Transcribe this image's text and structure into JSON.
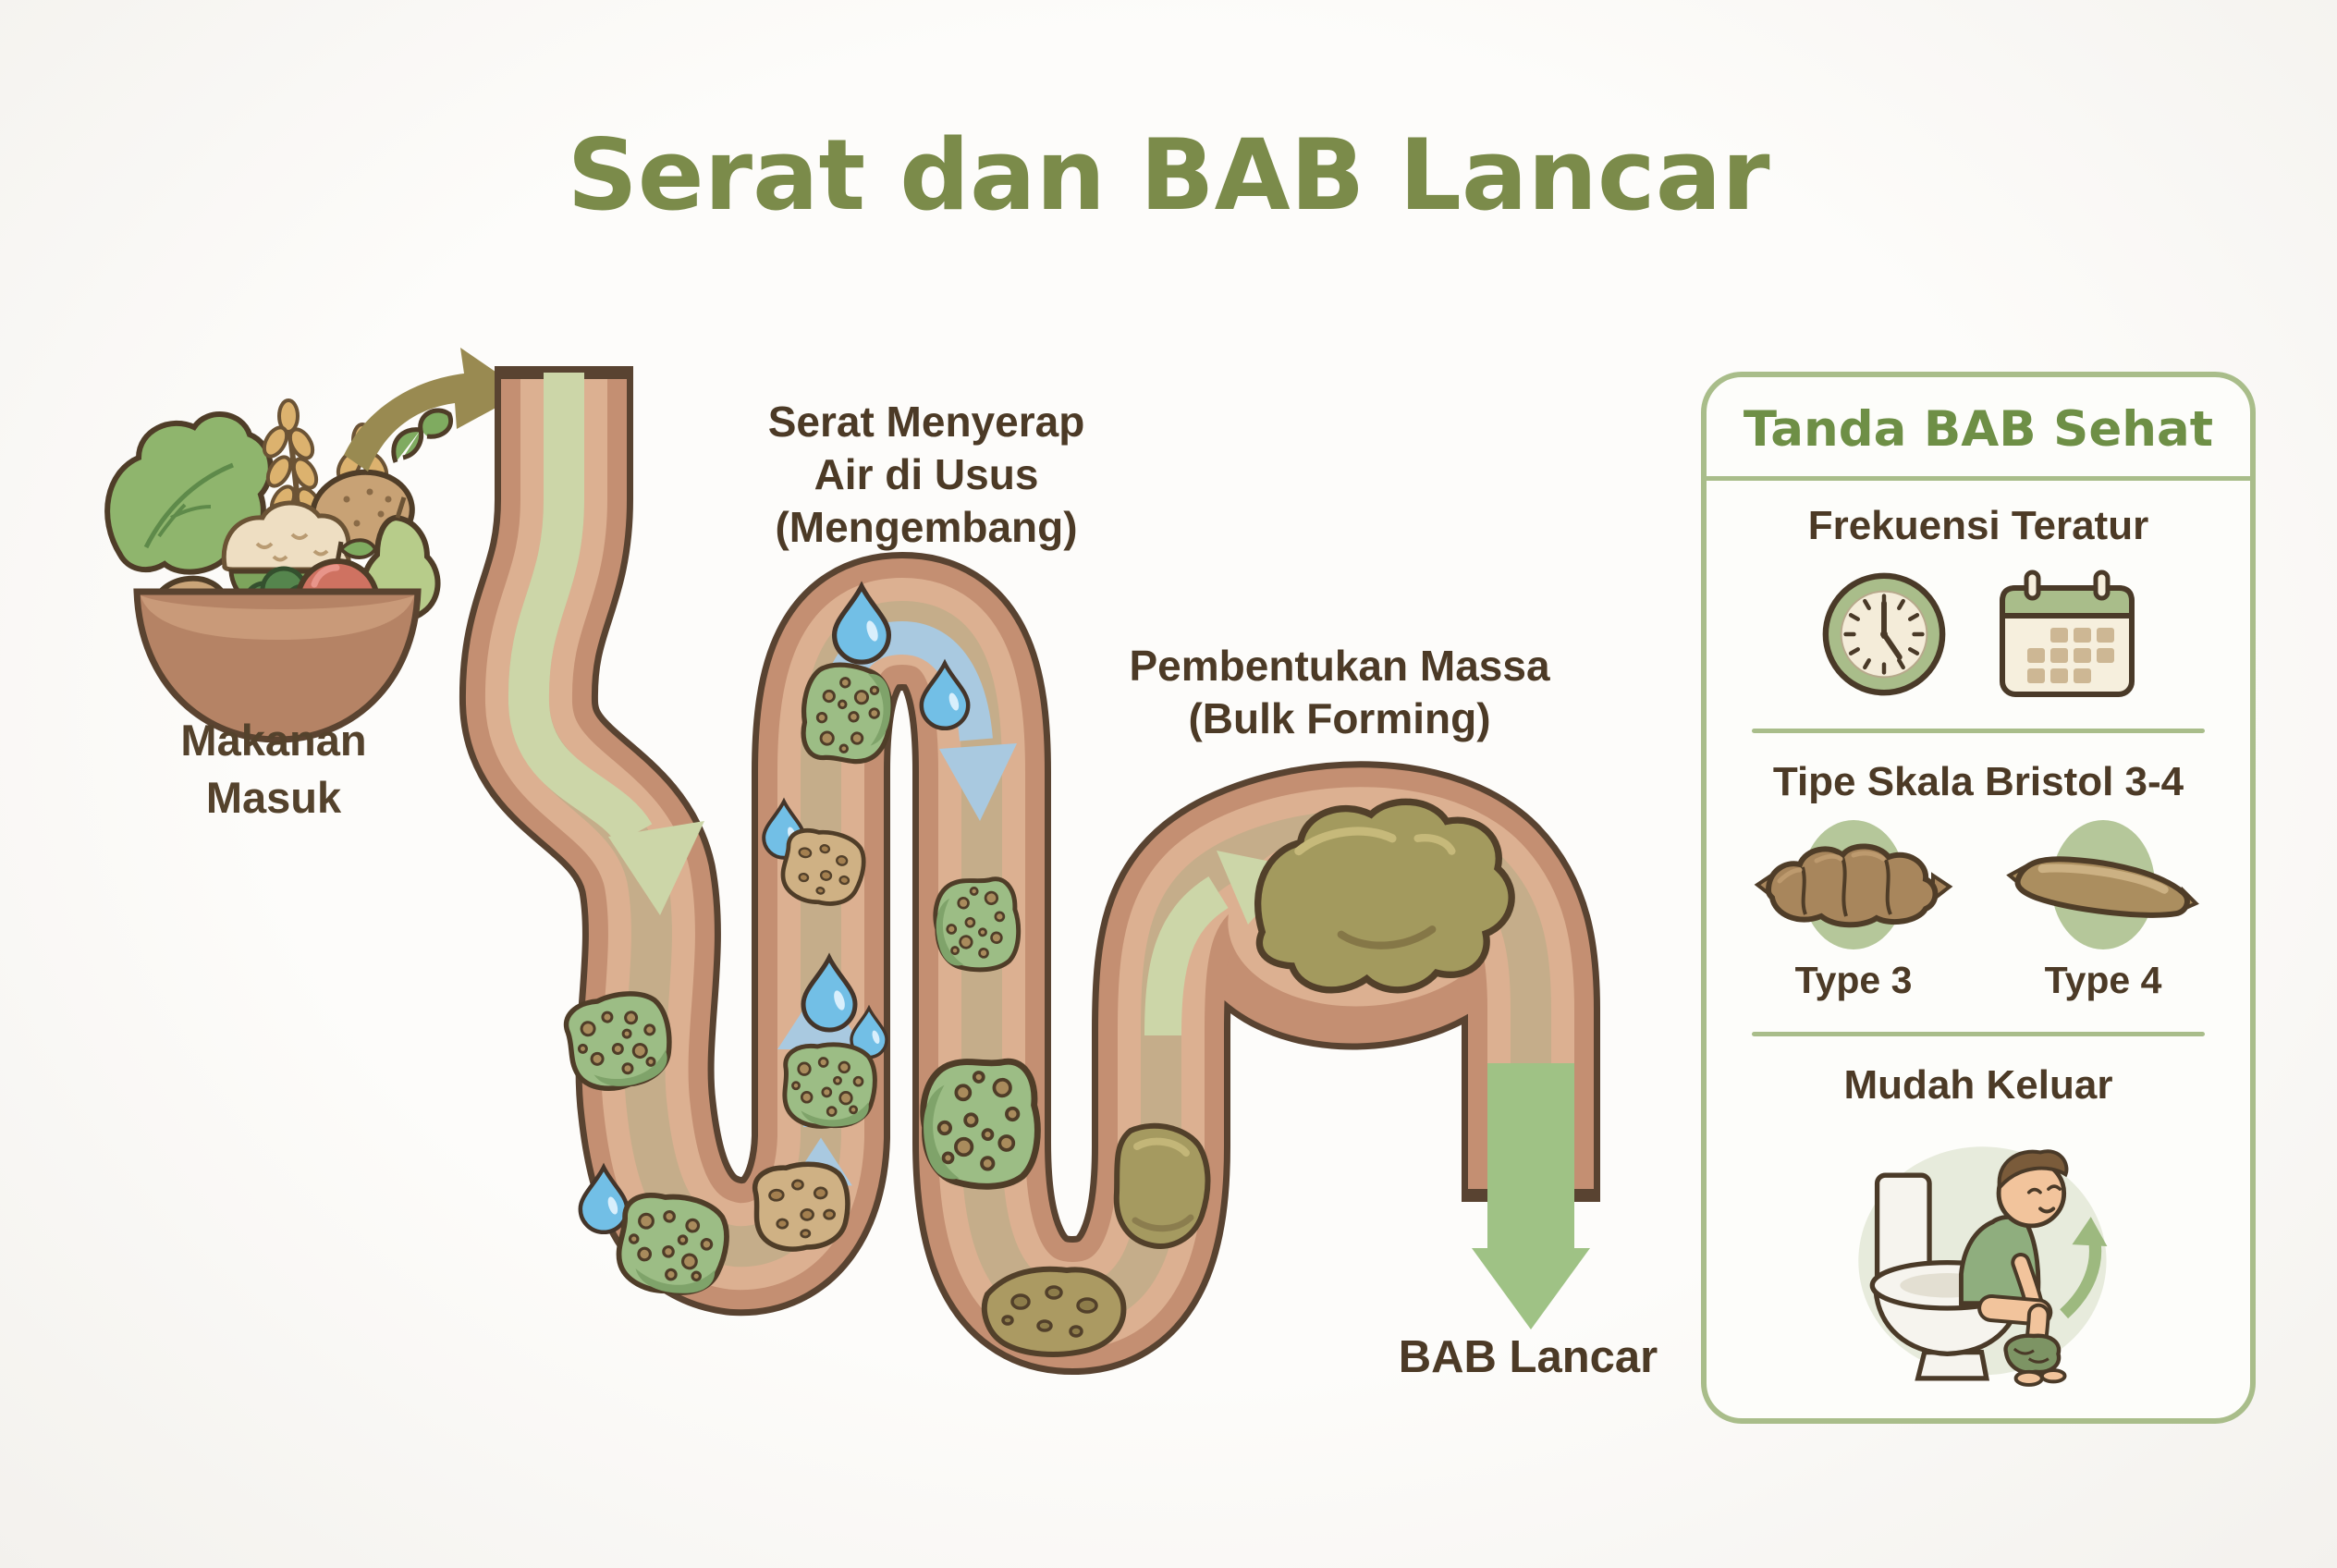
{
  "title": "Serat dan BAB Lancar",
  "colors": {
    "title_green": "#7b8b4a",
    "panel_green": "#a9bd8a",
    "header_green": "#6e8f46",
    "text_brown": "#4c3a26",
    "tube_brown": "#c48f72",
    "tube_outline": "#594331",
    "tube_inner": "#dcb091",
    "water_blue": "#72bfe6",
    "flow_arrow_green": "#ccd6a8",
    "exit_arrow_green": "#9cc083",
    "fiber_green": "#9cbd85",
    "fiber_tan": "#cfb184",
    "stool_olive": "#a39a5e"
  },
  "flow": {
    "food_label": "Makanan\nMasuk",
    "absorb_label": "Serat Menyerap\nAir di Usus\n(Mengembang)",
    "bulk_label": "Pembentukan Massa\n(Bulk Forming)",
    "exit_label": "BAB Lancar"
  },
  "sidebar": {
    "title": "Tanda BAB Sehat",
    "frequency": {
      "label": "Frekuensi Teratur",
      "icons": [
        "clock-icon",
        "calendar-icon"
      ]
    },
    "bristol": {
      "label": "Tipe Skala Bristol 3-4",
      "types": [
        {
          "label": "Type 3",
          "icon": "bristol-type3-icon"
        },
        {
          "label": "Type 4",
          "icon": "bristol-type4-icon"
        }
      ]
    },
    "ease": {
      "label": "Mudah Keluar",
      "icons": [
        "person-on-toilet-icon"
      ]
    }
  }
}
